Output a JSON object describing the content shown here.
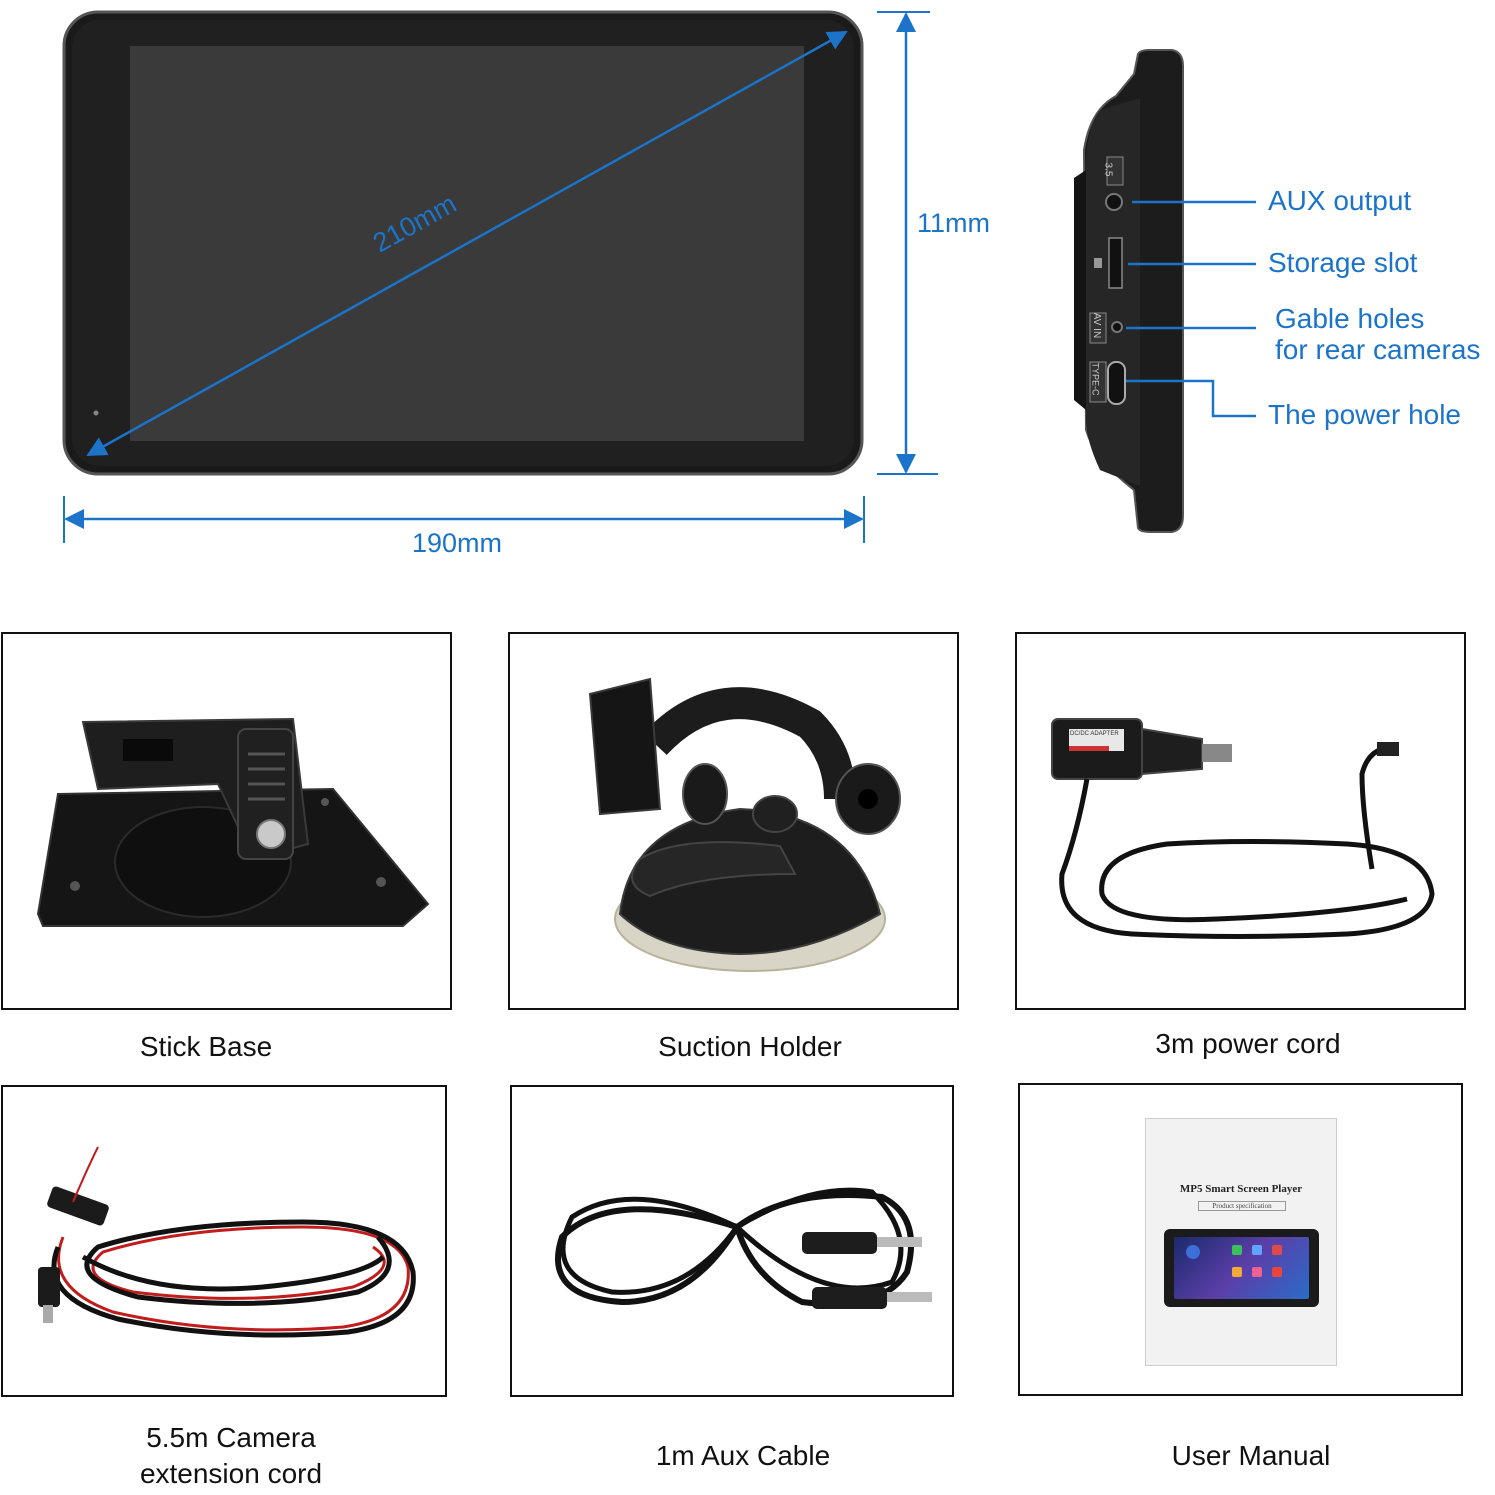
{
  "dimensions": {
    "diagonal": "210mm",
    "thickness": "11mm",
    "width": "190mm"
  },
  "ports": [
    {
      "label": "AUX output"
    },
    {
      "label": "Storage slot"
    },
    {
      "label": "Gable holes",
      "label2": "for rear cameras"
    },
    {
      "label": "The power hole"
    }
  ],
  "side_markings": {
    "aux": "3.5",
    "av": "AV IN",
    "typec": "TYPE-C"
  },
  "accessories": [
    {
      "caption": "Stick Base"
    },
    {
      "caption": "Suction Holder"
    },
    {
      "caption": "3m power cord"
    },
    {
      "caption": "5.5m Camera",
      "caption2": "extension cord"
    },
    {
      "caption": "1m Aux Cable"
    },
    {
      "caption": "User Manual"
    }
  ],
  "manual": {
    "title": "MP5  Smart Screen Player",
    "subtitle": "Product specification"
  },
  "adapter_label": "DC/DC ADAPTER",
  "colors": {
    "accent": "#1b74c9",
    "device": "#2b2b2b"
  }
}
